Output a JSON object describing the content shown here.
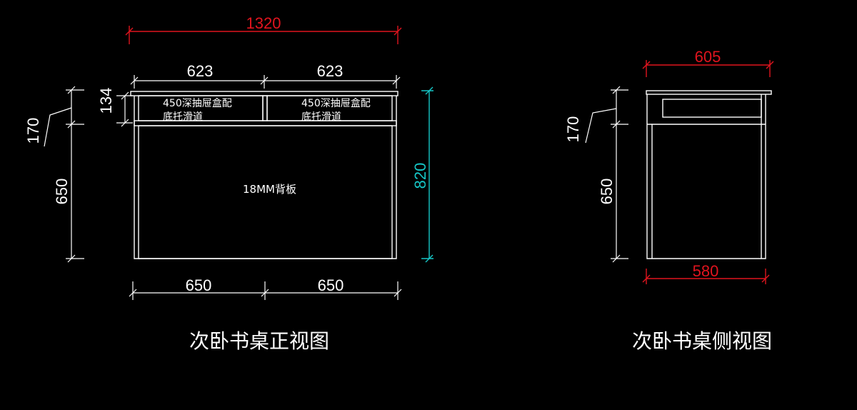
{
  "colors": {
    "background": "#000000",
    "outline": "#ffffff",
    "dim_white": "#ffffff",
    "dim_red": "#e0141e",
    "dim_cyan": "#16c6c6"
  },
  "front_view": {
    "caption": "次卧书桌正视图",
    "dim_overall_width": "1320",
    "dim_drawer_left": "623",
    "dim_drawer_right": "623",
    "dim_bottom_left": "650",
    "dim_bottom_right": "650",
    "dim_drawer_height": "134",
    "dim_top_height": "170",
    "dim_lower_height": "650",
    "dim_total_height": "820",
    "drawer_note_line1": "450深抽屉盒配",
    "drawer_note_line2": "底托滑道",
    "back_panel_label": "18MM背板"
  },
  "side_view": {
    "caption": "次卧书桌侧视图",
    "dim_top_depth": "605",
    "dim_bottom_depth": "580",
    "dim_top_height": "170",
    "dim_lower_height": "650"
  }
}
